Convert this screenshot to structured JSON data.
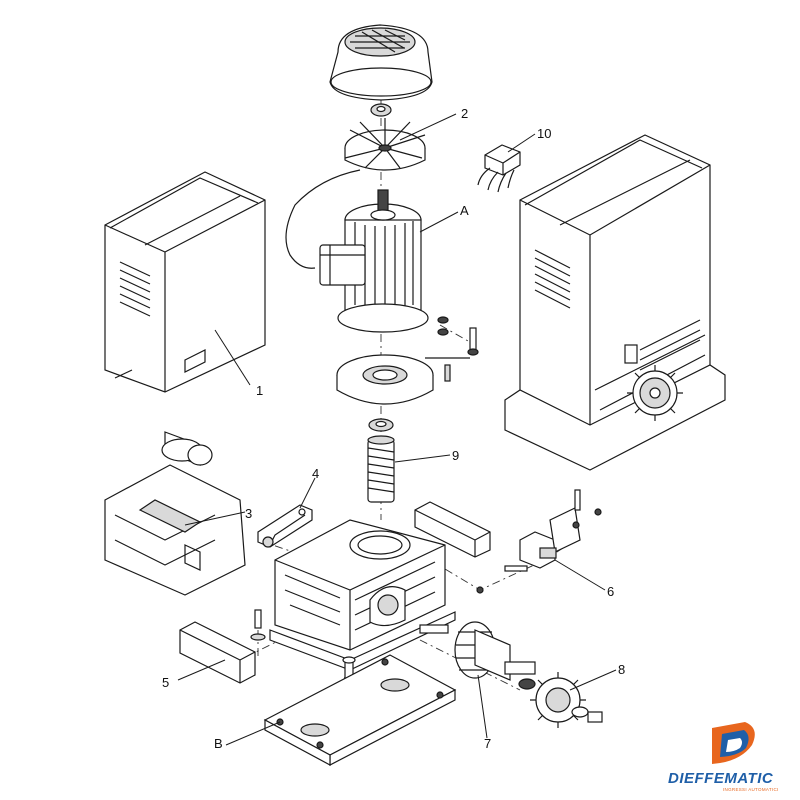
{
  "callouts": {
    "label_1": "1",
    "label_2": "2",
    "label_3": "3",
    "label_4": "4",
    "label_5": "5",
    "label_6": "6",
    "label_7": "7",
    "label_8": "8",
    "label_9": "9",
    "label_10": "10",
    "label_A": "A",
    "label_B": "B"
  },
  "logo": {
    "brand_name": "DIEFFEMATIC",
    "tagline": "INGRESSI AUTOMATICI",
    "colors": {
      "primary": "#1f5fa8",
      "accent": "#e8661e"
    }
  },
  "colors": {
    "line": "#1a1a1a",
    "background": "#ffffff",
    "shading": "#d9d9d9"
  }
}
